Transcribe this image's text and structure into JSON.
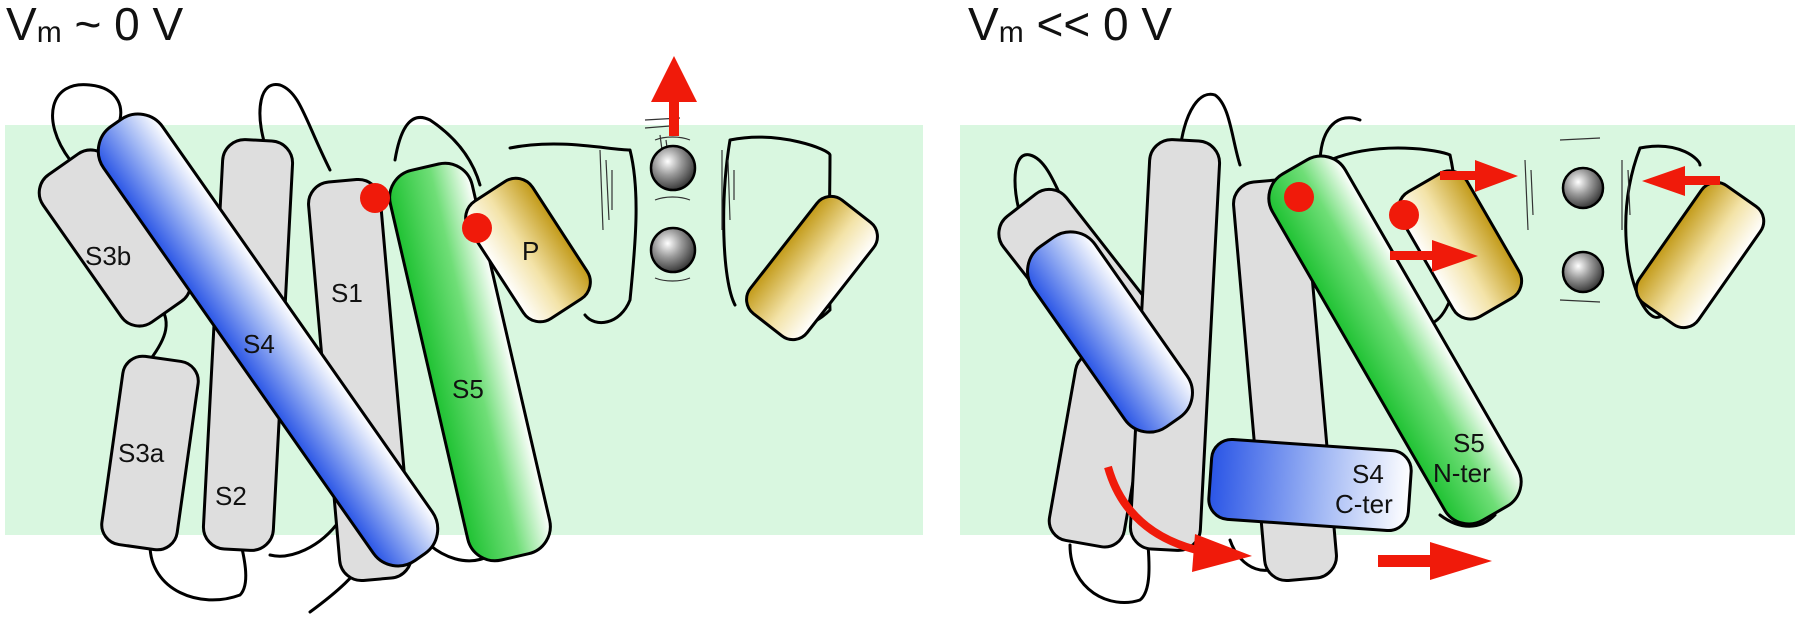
{
  "panels": [
    {
      "title_main": "V",
      "title_sub": "m",
      "title_rest": " ~ 0 V",
      "labels": {
        "s3b": "S3b",
        "s3a": "S3a",
        "s2": "S2",
        "s4": "S4",
        "s1": "S1",
        "s5": "S5",
        "p": "P"
      }
    },
    {
      "title_main": "V",
      "title_sub": "m",
      "title_rest": " << 0 V",
      "labels": {
        "s4_cter_1": "S4",
        "s4_cter_2": "C-ter",
        "s5_nter_1": "S5",
        "s5_nter_2": "N-ter"
      }
    }
  ],
  "colors": {
    "membrane": "#d9f7e0",
    "grey_helix": "#dedede",
    "s4_blue": "#2f5fe8",
    "s5_green": "#22c837",
    "p_gold": "#c8a21e",
    "arrow_red": "#f01a0a"
  }
}
